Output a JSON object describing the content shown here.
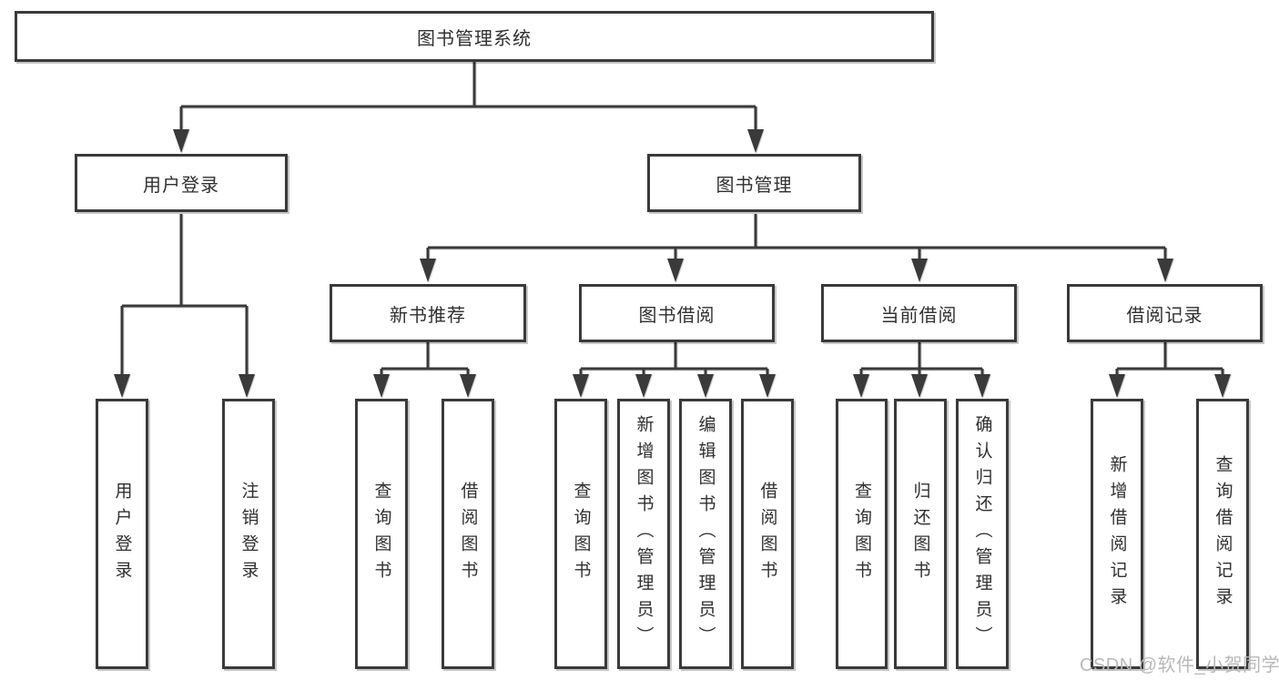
{
  "tree": {
    "label": "图书管理系统",
    "children": [
      {
        "label": "用户登录",
        "children": [
          {
            "label": "用户登录"
          },
          {
            "label": "注销登录"
          }
        ]
      },
      {
        "label": "图书管理",
        "children": [
          {
            "label": "新书推荐",
            "children": [
              {
                "label": "查询图书"
              },
              {
                "label": "借阅图书"
              }
            ]
          },
          {
            "label": "图书借阅",
            "children": [
              {
                "label": "查询图书"
              },
              {
                "label": "新增图书（管理员）"
              },
              {
                "label": "编辑图书（管理员）"
              },
              {
                "label": "借阅图书"
              }
            ]
          },
          {
            "label": "当前借阅",
            "children": [
              {
                "label": "查询图书"
              },
              {
                "label": "归还图书"
              },
              {
                "label": "确认归还（管理员）"
              }
            ]
          },
          {
            "label": "借阅记录",
            "children": [
              {
                "label": "新增借阅记录"
              },
              {
                "label": "查询借阅记录"
              }
            ]
          }
        ]
      }
    ]
  },
  "watermark": {
    "text": "CSDN @软件_小贺同学"
  },
  "colors": {
    "line": "#3a3a3a",
    "text": "#303030",
    "box_background": "#ffffff",
    "page_background": "#ffffff",
    "watermark": "#b9b9b9"
  }
}
